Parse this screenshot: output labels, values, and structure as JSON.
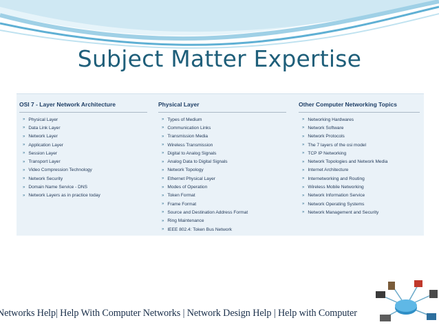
{
  "slide": {
    "title": "Subject Matter Expertise",
    "footer": "Networks Help| Help With Computer Networks | Network Design Help | Help with Computer"
  },
  "columns": [
    {
      "header": "OSI 7 - Layer Network Architecture",
      "items": [
        "Physical Layer",
        "Data Link Layer",
        "Network Layer",
        "Application Layer",
        "Session Layer",
        "Transport Layer",
        "Video Compression Technology",
        "Network Security",
        "Domain Name Service - DNS",
        "Network Layers as in practice today"
      ]
    },
    {
      "header": "Physical Layer",
      "items": [
        "Types of Medium",
        "Communication Links",
        "Transmission Media",
        "Wireless Transmission",
        "Digital to Analog Signals",
        "Analog Data to Digital Signals",
        "Network Topology",
        "Ethernet Physical Layer",
        "Modes of Operation",
        "Token Format",
        "Frame Format",
        "Source and Destination Address Format",
        "Ring Maintenance",
        "IEEE 802.4: Token Bus Network"
      ]
    },
    {
      "header": "Other Computer Networking Topics",
      "items": [
        "Networking Hardwares",
        "Network Software",
        "Network Protocols",
        "The 7 layers of the osi model",
        "TCP IP Networking",
        "Network Topologies and Network Media",
        "Internet Architecture",
        "Internetworking and Routing",
        "Wireless Mobile Networking",
        "Network Information Service",
        "Network Operating Systems",
        "Network Management and Security"
      ]
    }
  ],
  "icons": {
    "bullet": "double-chevron-right-icon",
    "decoration": "network-diagram-icon"
  },
  "colors": {
    "title": "#1f5f7a",
    "panel_bg": "#eaf2f8",
    "header_text": "#1f3f66",
    "wave_light": "#cfe8f3",
    "wave_mid": "#9fd0e6",
    "wave_dark": "#5fb0d4"
  }
}
